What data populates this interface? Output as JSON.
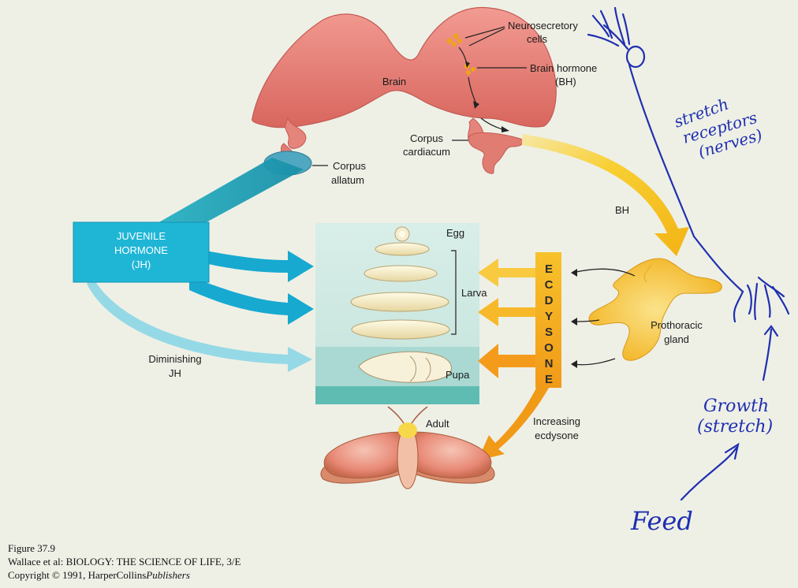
{
  "labels": {
    "neurosecretory": [
      "Neurosecretory",
      "cells"
    ],
    "brain": "Brain",
    "brain_hormone": [
      "Brain hormone",
      "(BH)"
    ],
    "corpus_cardiacum": [
      "Corpus",
      "cardiacum"
    ],
    "corpus_allatum": [
      "Corpus",
      "allatum"
    ],
    "bh": "BH",
    "juvenile_hormone": [
      "JUVENILE",
      "HORMONE",
      "(JH)"
    ],
    "egg": "Egg",
    "larva": "Larva",
    "pupa": "Pupa",
    "adult": "Adult",
    "ecdysone_letters": [
      "E",
      "C",
      "D",
      "Y",
      "S",
      "O",
      "N",
      "E"
    ],
    "prothoracic_gland": [
      "Prothoracic",
      "gland"
    ],
    "diminishing_jh": [
      "Diminishing",
      "JH"
    ],
    "increasing_ecdysone": [
      "Increasing",
      "ecdysone"
    ]
  },
  "handwritten": {
    "stretch_receptors": [
      "stretch",
      "receptors",
      "(nerves)"
    ],
    "growth": [
      "Growth",
      "(stretch)"
    ],
    "feed": "Feed"
  },
  "caption": {
    "figure": "Figure 37.9",
    "source": "Wallace et al: BIOLOGY: THE SCIENCE OF LIFE, 3/E",
    "copyright": "Copyright © 1991, HarperCollins",
    "publisher": "Publishers"
  },
  "colors": {
    "background": "#eef0e6",
    "brain": "#e8827a",
    "juvenile_hormone": "#1fb6d6",
    "ecdysone": "#f6a31c",
    "brain_hormone_arrow": "#f6c21c",
    "annotation_ink": "#1f2fb0"
  }
}
